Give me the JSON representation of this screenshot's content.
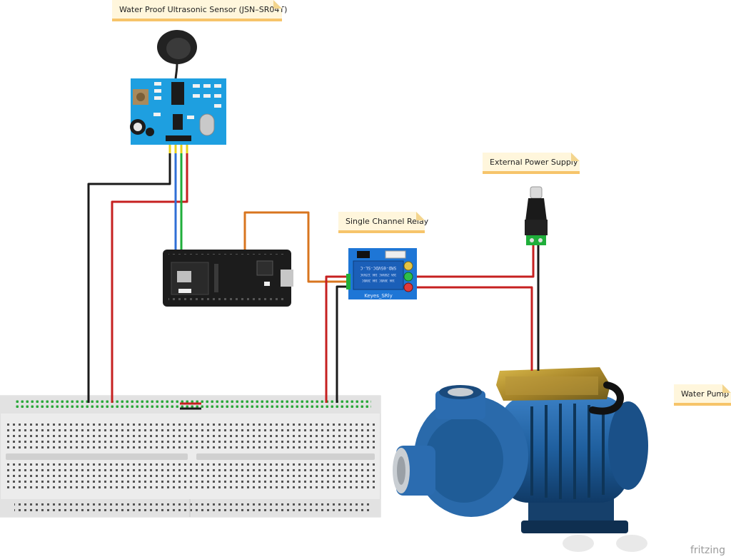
{
  "labels": {
    "sensor": "Water Proof Ultrasonic Sensor (JSN–SR04T)",
    "power": "External Power Supply",
    "relay": "Single Channel Relay",
    "pump": "Water Pump"
  },
  "relay_module": {
    "name": "Keyes_SRly",
    "rating_1": "SRD-05VDC-SL-C",
    "rating_2": "10A 250VAC 10A 125VAC",
    "rating_3": "10A 30VDC 10A 28VDC"
  },
  "watermark": "fritzing",
  "colors": {
    "note_bg": "#fff6dc",
    "note_border": "#f6c46a",
    "wire_red": "#c62020",
    "wire_black": "#1a1a1a",
    "wire_blue": "#2f6fd6",
    "wire_green": "#1fae3a",
    "wire_yellow": "#e8d21a",
    "wire_orange": "#d8751f",
    "sensor_board": "#1e9fe0",
    "relay_board": "#1e76d6",
    "mcu_board": "#1c1c1c",
    "pump_body": "#1f5f9e"
  }
}
